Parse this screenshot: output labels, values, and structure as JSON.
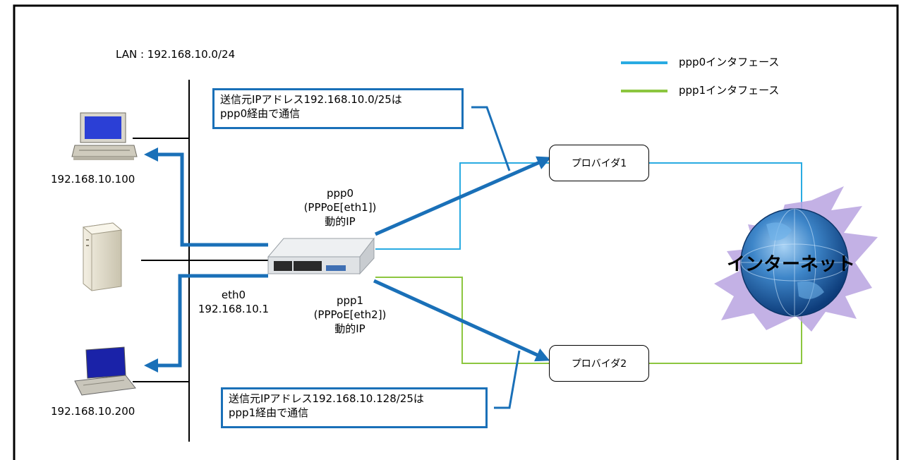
{
  "lan_label": "LAN : 192.168.10.0/24",
  "legend": [
    {
      "label": "ppp0インタフェース",
      "color": "#29abe2"
    },
    {
      "label": "ppp1インタフェース",
      "color": "#8cc63f"
    }
  ],
  "callouts": {
    "top": {
      "line1": "送信元IPアドレス192.168.10.0/25は",
      "line2": "ppp0経由で通信"
    },
    "bottom": {
      "line1": "送信元IPアドレス192.168.10.128/25は",
      "line2": "ppp1経由で通信"
    }
  },
  "hosts": {
    "desktop": "192.168.10.100",
    "laptop": "192.168.10.200"
  },
  "router": {
    "eth0_name": "eth0",
    "eth0_ip": "192.168.10.1",
    "ppp0": {
      "name": "ppp0",
      "iface": "(PPPoE[eth1])",
      "ip": "動的IP"
    },
    "ppp1": {
      "name": "ppp1",
      "iface": "(PPPoE[eth2])",
      "ip": "動的IP"
    }
  },
  "providers": [
    "プロバイダ1",
    "プロバイダ2"
  ],
  "internet": "インターネット",
  "colors": {
    "arrow": "#1a70b8",
    "ppp0_line": "#29abe2",
    "ppp1_line": "#8cc63f",
    "frame": "#000000"
  }
}
